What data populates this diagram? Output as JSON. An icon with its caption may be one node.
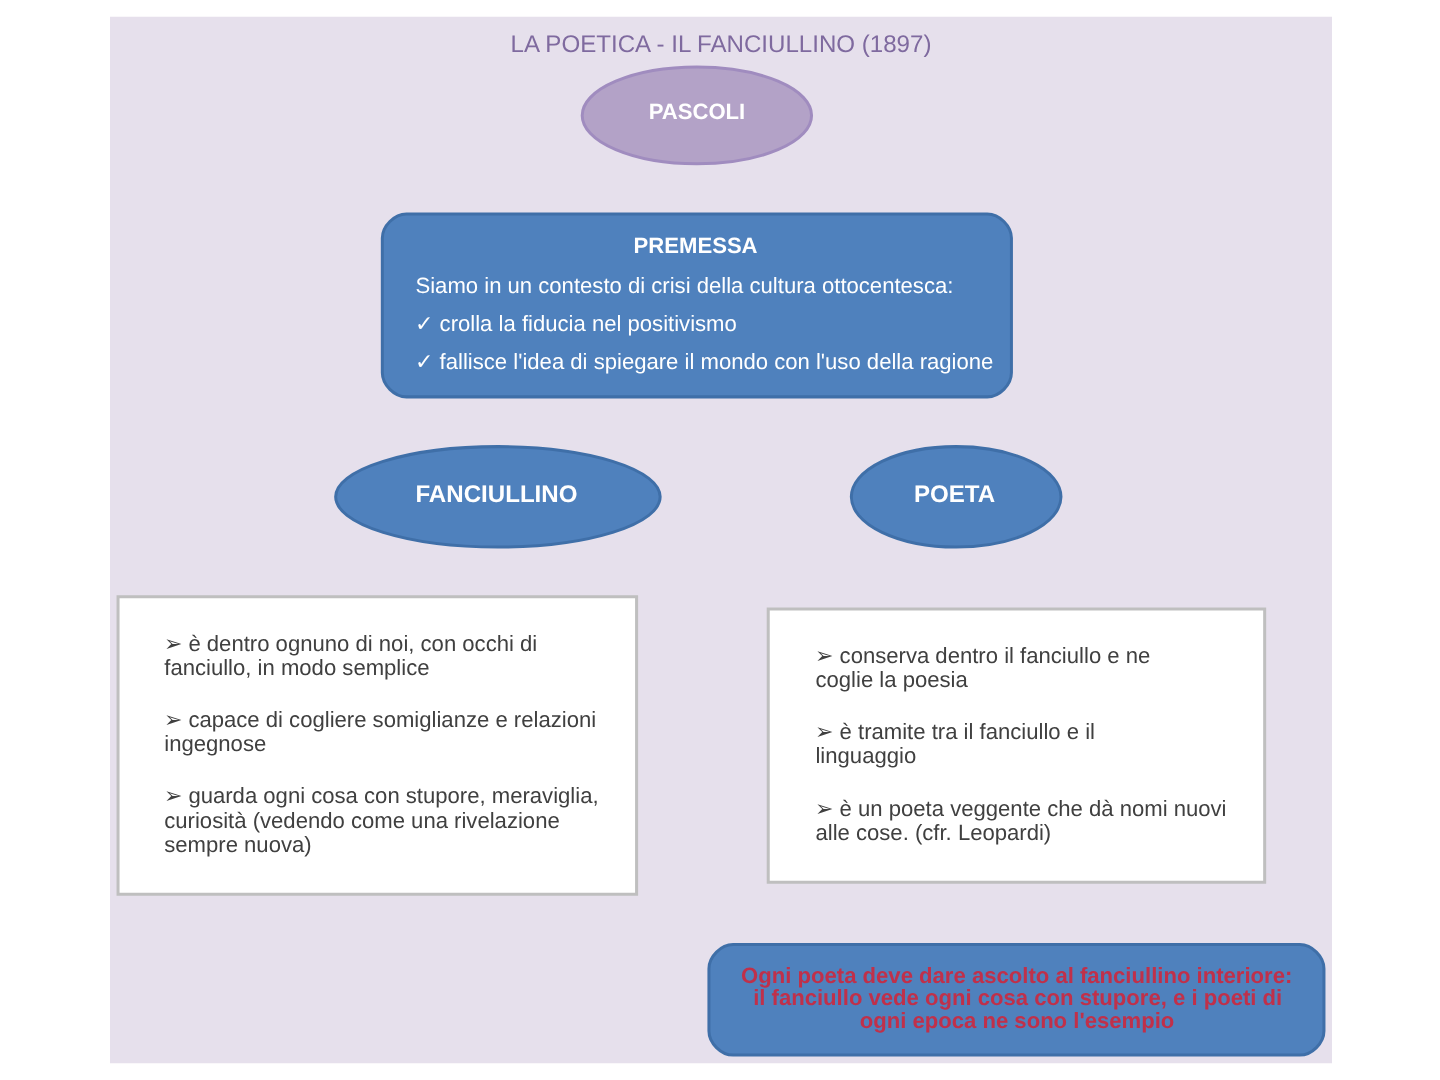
{
  "diagram": {
    "title": "LA POETICA - IL FANCIULLINO (1897)",
    "nodes": [
      {
        "text": [
          "PASCOLI"
        ]
      },
      {
        "text": [
          "PREMESSA",
          "Siamo in un contesto di crisi della cultura ottocentesca:",
          "✓ crolla la fiducia nel positivismo",
          "✓ fallisce l'idea di spiegare il mondo con l'uso della ragione"
        ]
      },
      {
        "text": [
          "FANCIULLINO"
        ]
      },
      {
        "text": [
          "POETA"
        ]
      },
      {
        "text": [
          "➢ è dentro ognuno di noi, con occhi di fanciullo, in modo semplice",
          "➢ capace di cogliere somiglianze e relazioni ingegnose",
          "➢ guarda ogni cosa con stupore, meraviglia, curiosità (vedendo come una rivelazione sempre nuova)"
        ]
      },
      {
        "text": [
          "➢ conserva dentro il fanciullo e ne coglie la poesia",
          "➢ è tramite tra il fanciullo e il linguaggio",
          "➢ è un poeta veggente che dà nomi nuovi alle cose. (cfr. Leopardi)"
        ]
      },
      {
        "text": [
          "Ogni poeta deve dare ascolto al fanciullino interiore: il fanciullo vede ogni cosa con stupore, e i poeti di ogni epoca ne sono l'esempio"
        ]
      }
    ]
  }
}
